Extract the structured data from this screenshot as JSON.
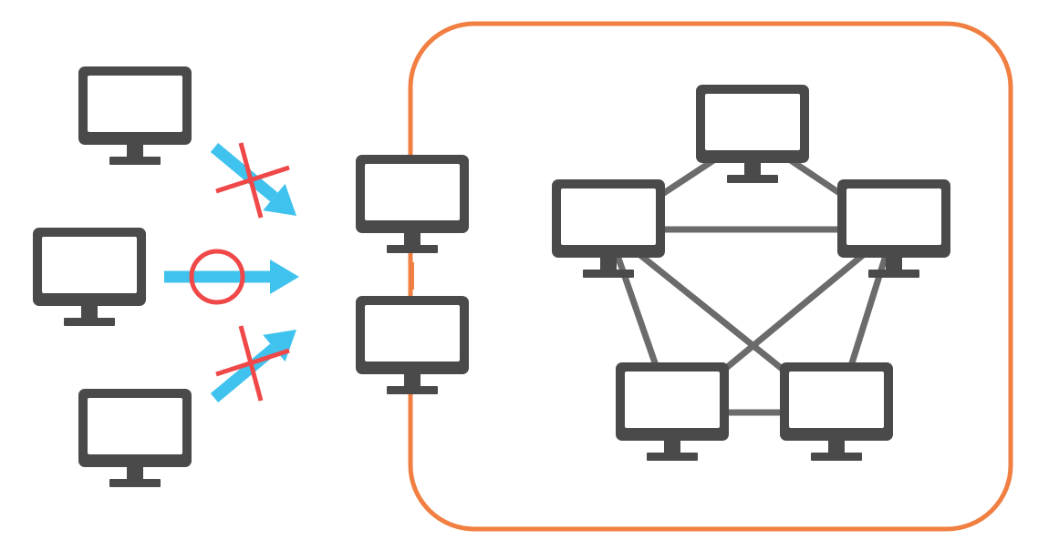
{
  "colors": {
    "monitor": "#4a4a4a",
    "screen": "#ffffff",
    "link": "#6b6b6b",
    "arrow": "#3fc3ee",
    "mark": "#f04848",
    "boundary": "#f07f41",
    "background": "#ffffff"
  },
  "icons": {
    "monitor": "monitor-icon",
    "arrow": "arrow-icon",
    "allowed_mark": "circle-mark-icon",
    "blocked_mark": "cross-mark-icon"
  },
  "external_hosts": [
    {
      "id": "external-top",
      "access": "blocked"
    },
    {
      "id": "external-middle",
      "access": "allowed"
    },
    {
      "id": "external-bottom",
      "access": "blocked"
    }
  ],
  "gateway_hosts": [
    "gateway-top",
    "gateway-bottom"
  ],
  "internal_hosts": [
    "internal-top",
    "internal-left",
    "internal-right",
    "internal-bottom-left",
    "internal-bottom-right"
  ],
  "internal_links": [
    [
      "internal-top",
      "internal-left"
    ],
    [
      "internal-top",
      "internal-right"
    ],
    [
      "internal-left",
      "internal-right"
    ],
    [
      "internal-left",
      "internal-bottom-left"
    ],
    [
      "internal-left",
      "internal-bottom-right"
    ],
    [
      "internal-right",
      "internal-bottom-left"
    ],
    [
      "internal-right",
      "internal-bottom-right"
    ],
    [
      "internal-bottom-left",
      "internal-bottom-right"
    ]
  ]
}
